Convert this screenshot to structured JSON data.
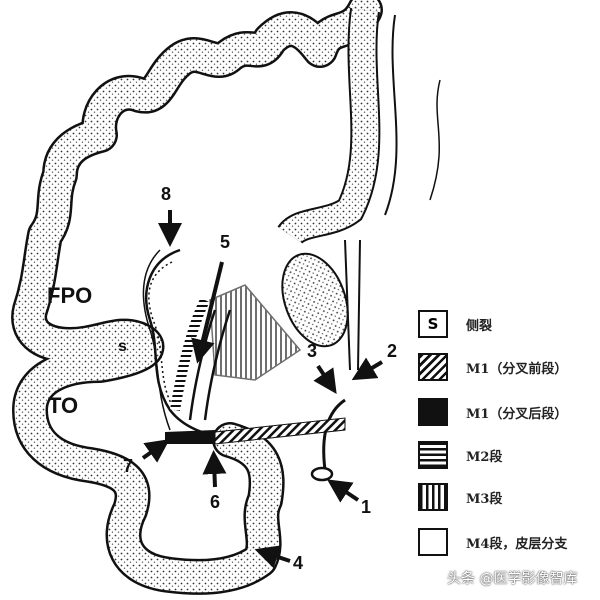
{
  "diagram": {
    "region_labels": {
      "fpo": "FPO",
      "to": "TO",
      "s": "s"
    },
    "numbers": [
      "1",
      "2",
      "3",
      "4",
      "5",
      "6",
      "7",
      "8"
    ],
    "legend": [
      {
        "swatch": "S",
        "pattern": "letter",
        "label": "侧裂"
      },
      {
        "swatch": "",
        "pattern": "diagonal-hatch",
        "label": "M1（分叉前段）"
      },
      {
        "swatch": "",
        "pattern": "solid-black",
        "label": "M1（分叉后段）"
      },
      {
        "swatch": "",
        "pattern": "horizontal-lines",
        "label": "M2段"
      },
      {
        "swatch": "",
        "pattern": "vertical-lines",
        "label": "M3段"
      },
      {
        "swatch": "",
        "pattern": "blank",
        "label": "M4段，皮层分支"
      }
    ]
  },
  "watermark": "头条 @医学影像智库"
}
